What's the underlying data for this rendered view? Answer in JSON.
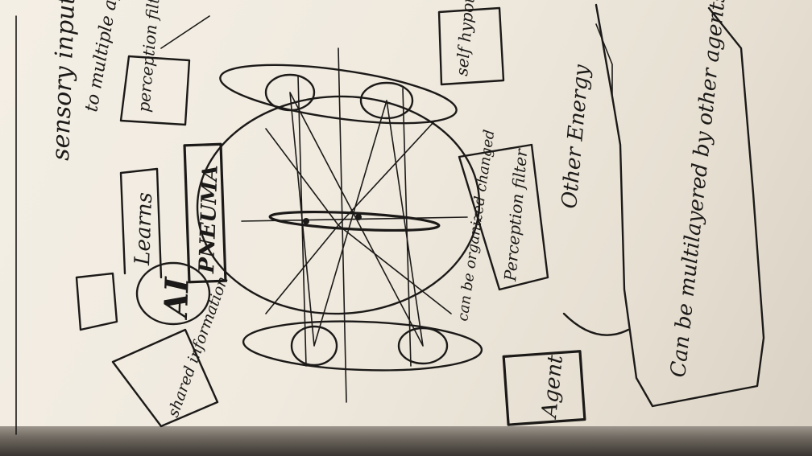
{
  "labels": {
    "sensory_input": "sensory input",
    "to_multiple_agents": "to multiple agents",
    "perception_filter": "perception filter",
    "learns": "Learns",
    "ai": "AI",
    "pneuma": "PNEUMA",
    "shared_information": "shared information",
    "self_hypothesis": "self hypothesis",
    "perception_filter_2": "Perception filter",
    "can_be_organized_changed": "can be organized changed",
    "other_energy": "Other Energy",
    "can_be_multilayered": "Can be multilayered by other agents or a single agent",
    "agent": "Agent"
  }
}
